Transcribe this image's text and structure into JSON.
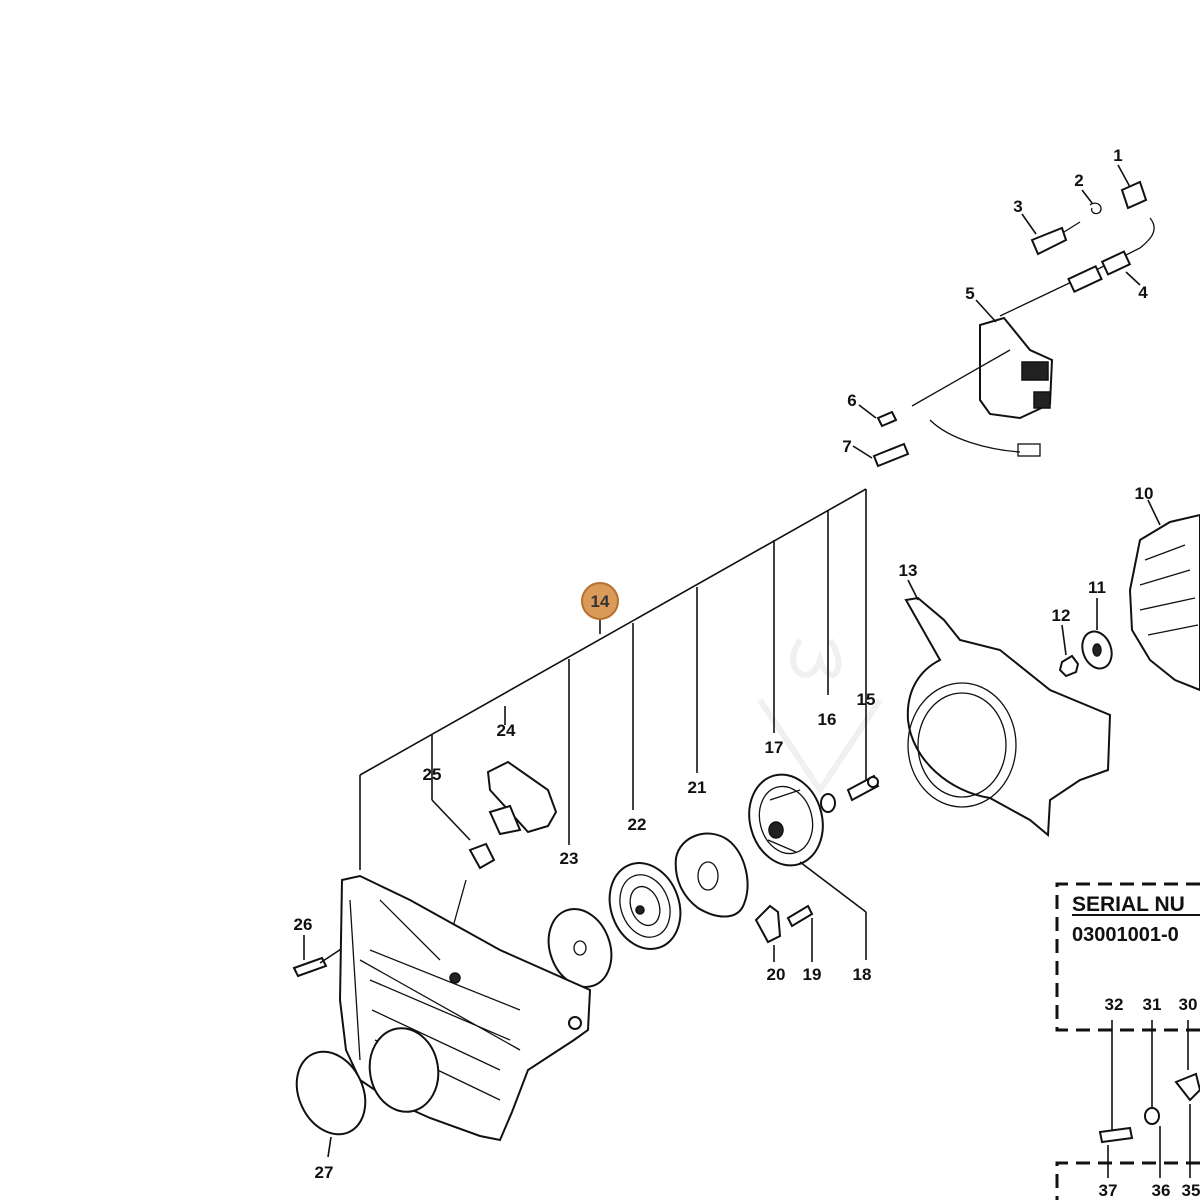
{
  "highlight": {
    "label": "14",
    "color": "#d99a5a"
  },
  "callouts": [
    {
      "id": "1",
      "label": "1"
    },
    {
      "id": "2",
      "label": "2"
    },
    {
      "id": "3",
      "label": "3"
    },
    {
      "id": "4",
      "label": "4"
    },
    {
      "id": "5",
      "label": "5"
    },
    {
      "id": "6",
      "label": "6"
    },
    {
      "id": "7",
      "label": "7"
    },
    {
      "id": "10",
      "label": "10"
    },
    {
      "id": "11",
      "label": "11"
    },
    {
      "id": "12",
      "label": "12"
    },
    {
      "id": "13",
      "label": "13"
    },
    {
      "id": "15",
      "label": "15"
    },
    {
      "id": "16",
      "label": "16"
    },
    {
      "id": "17",
      "label": "17"
    },
    {
      "id": "18",
      "label": "18"
    },
    {
      "id": "19",
      "label": "19"
    },
    {
      "id": "20",
      "label": "20"
    },
    {
      "id": "21",
      "label": "21"
    },
    {
      "id": "22",
      "label": "22"
    },
    {
      "id": "23",
      "label": "23"
    },
    {
      "id": "24",
      "label": "24"
    },
    {
      "id": "25",
      "label": "25"
    },
    {
      "id": "26",
      "label": "26"
    },
    {
      "id": "27",
      "label": "27"
    },
    {
      "id": "30",
      "label": "30"
    },
    {
      "id": "31",
      "label": "31"
    },
    {
      "id": "32",
      "label": "32"
    },
    {
      "id": "35",
      "label": "35"
    },
    {
      "id": "36",
      "label": "36"
    },
    {
      "id": "37",
      "label": "37"
    }
  ],
  "serial_box": {
    "title": "SERIAL NU",
    "number": "03001001-0"
  }
}
